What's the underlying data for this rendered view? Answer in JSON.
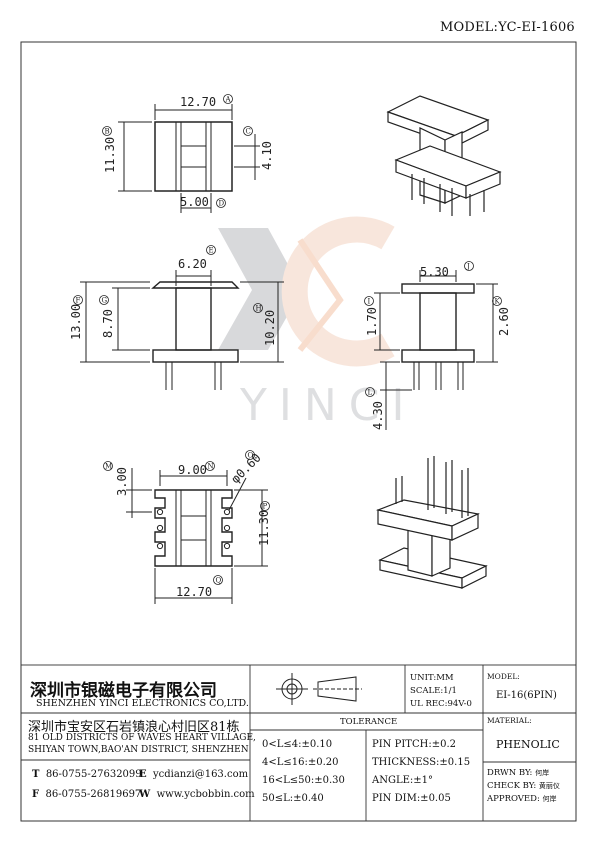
{
  "model": "MODEL:YC-EI-1606",
  "watermark": "YINCI",
  "dims": {
    "top_width": "12.70",
    "top_height": "11.30",
    "top_inner": "4.10",
    "top_gap": "5.00",
    "front_top": "6.20",
    "front_total": "13.00",
    "front_inner": "8.70",
    "front_h": "10.20",
    "side_top": "5.30",
    "side_a": "1.70",
    "side_b": "2.60",
    "pin_len": "4.30",
    "bot_offset": "3.00",
    "bot_pitch": "9.00",
    "bot_pin": "0.60",
    "bot_height": "11.30",
    "bot_width": "12.70"
  },
  "markers": [
    "A",
    "B",
    "C",
    "D",
    "E",
    "F",
    "G",
    "H",
    "I",
    "J",
    "K",
    "L",
    "M",
    "N",
    "O",
    "P",
    "Q"
  ],
  "company": {
    "name_cn": "深圳市银磁电子有限公司",
    "name_en": "SHENZHEN YINCI ELECTRONICS CO,LTD.",
    "addr_cn": "深圳市宝安区石岩镇浪心村旧区81栋",
    "addr_en1": "81 OLD DISTRICTS OF WAVES HEART VILLAGE,",
    "addr_en2": "SHIYAN TOWN,BAO'AN DISTRICT, SHENZHEN",
    "tel_label": "T",
    "tel": "86-0755-27632099",
    "email_label": "E",
    "email": "ycdianzi@163.com",
    "fax_label": "F",
    "fax": "86-0755-26819697",
    "web_label": "W",
    "web": "www.ycbobbin.com"
  },
  "spec": {
    "unit": "UNIT:MM",
    "scale": "SCALE:1/1",
    "ul": "UL REC:94V-0"
  },
  "tolerance": {
    "title": "TOLERANCE",
    "left": [
      "0<L≤4:±0.10",
      "4<L≤16:±0.20",
      "16<L≤50:±0.30",
      "50≤L:±0.40"
    ],
    "right": [
      "PIN PITCH:±0.2",
      "THICKNESS:±0.15",
      "ANGLE:±1°",
      "PIN DIM:±0.05"
    ]
  },
  "info": {
    "model_label": "MODEL:",
    "model_value": "EI-16(6PIN)",
    "material_label": "MATERIAL:",
    "material_value": "PHENOLIC",
    "drawn": "DRWN BY:",
    "drawn_name": "何岸",
    "check": "CHECK BY:",
    "check_name": "黄丽仪",
    "approved": "APPROVED:",
    "approved_name": "何岸"
  }
}
